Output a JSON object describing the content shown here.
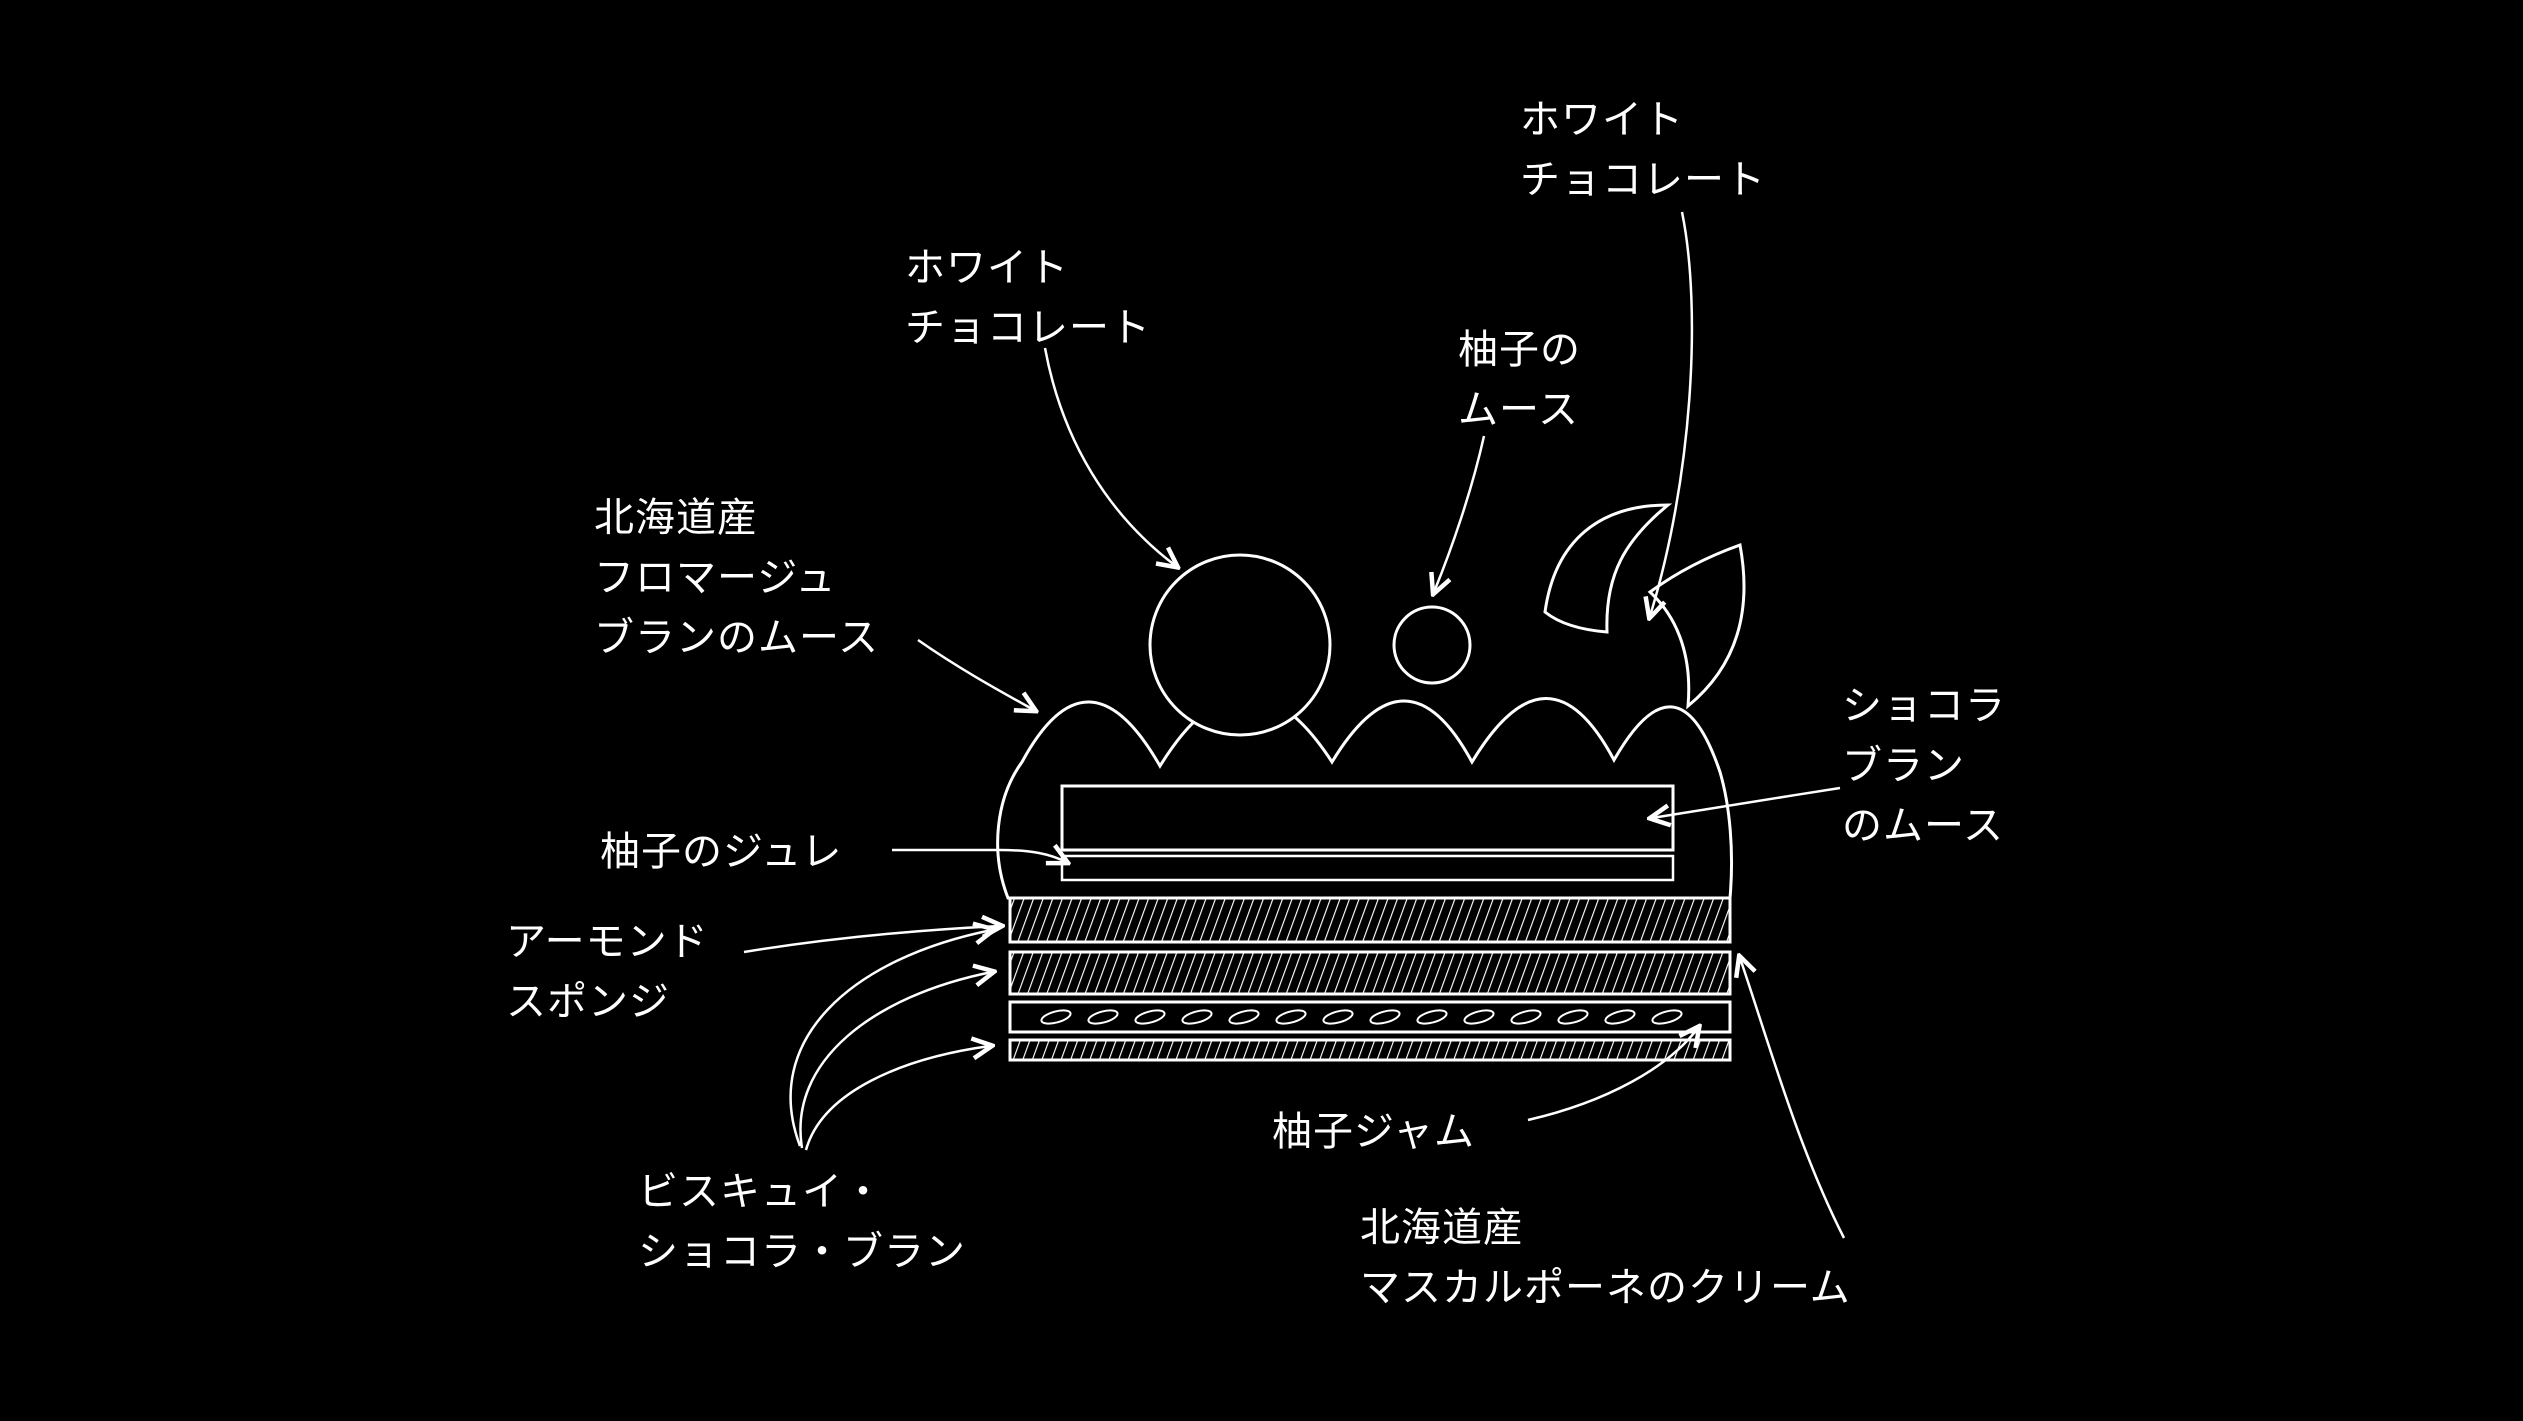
{
  "diagram": {
    "title": "cake cross-section diagram",
    "labels": {
      "white_chocolate_left": {
        "text": "ホワイト\nチョコレート"
      },
      "white_chocolate_right": {
        "text": "ホワイト\nチョコレート"
      },
      "yuzu_mousse": {
        "text": "柚子の\nムース"
      },
      "fromage_blanc_mousse": {
        "text": "北海道産\nフロマージュ\nブランのムース"
      },
      "chocolat_blanc_mousse": {
        "text": "ショコラ\nブラン\nのムース"
      },
      "yuzu_jelly": {
        "text": "柚子のジュレ"
      },
      "almond_sponge": {
        "text": "アーモンド\nスポンジ"
      },
      "biscuit_chocolat_blanc": {
        "text": "ビスキュイ・\nショコラ・ブラン"
      },
      "yuzu_jam": {
        "text": "柚子ジャム"
      },
      "mascarpone_cream": {
        "text": "北海道産\nマスカルポーネのクリーム"
      }
    },
    "colors": {
      "background": "#000000",
      "line": "#ffffff",
      "text": "#ffffff"
    }
  }
}
